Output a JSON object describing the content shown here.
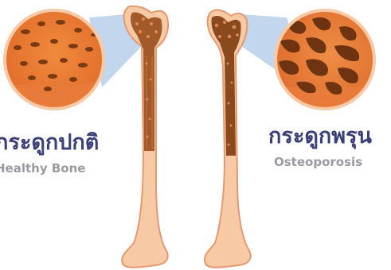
{
  "panels": [
    {
      "id": "healthy",
      "title_thai": "กระดูกปกติ",
      "title_en": "Healthy Bone",
      "color_cortex": "#f0a878",
      "color_marrow": "#a35a2a"
    },
    {
      "id": "osteoporosis",
      "title_thai": "กระดูกพรุน",
      "title_en": "Osteoporosis",
      "color_cortex": "#f0a878",
      "color_marrow": "#8a4a1e"
    }
  ],
  "colors": {
    "title": "#3b3f78",
    "subtitle": "#9a9aa2",
    "zoom_beam": "#8fb4e0",
    "bone_shaft": "#f7c9a4",
    "bone_outline": "#e39a72",
    "spongy_bone": "#e87a3a",
    "pores": "#7a3a12"
  }
}
